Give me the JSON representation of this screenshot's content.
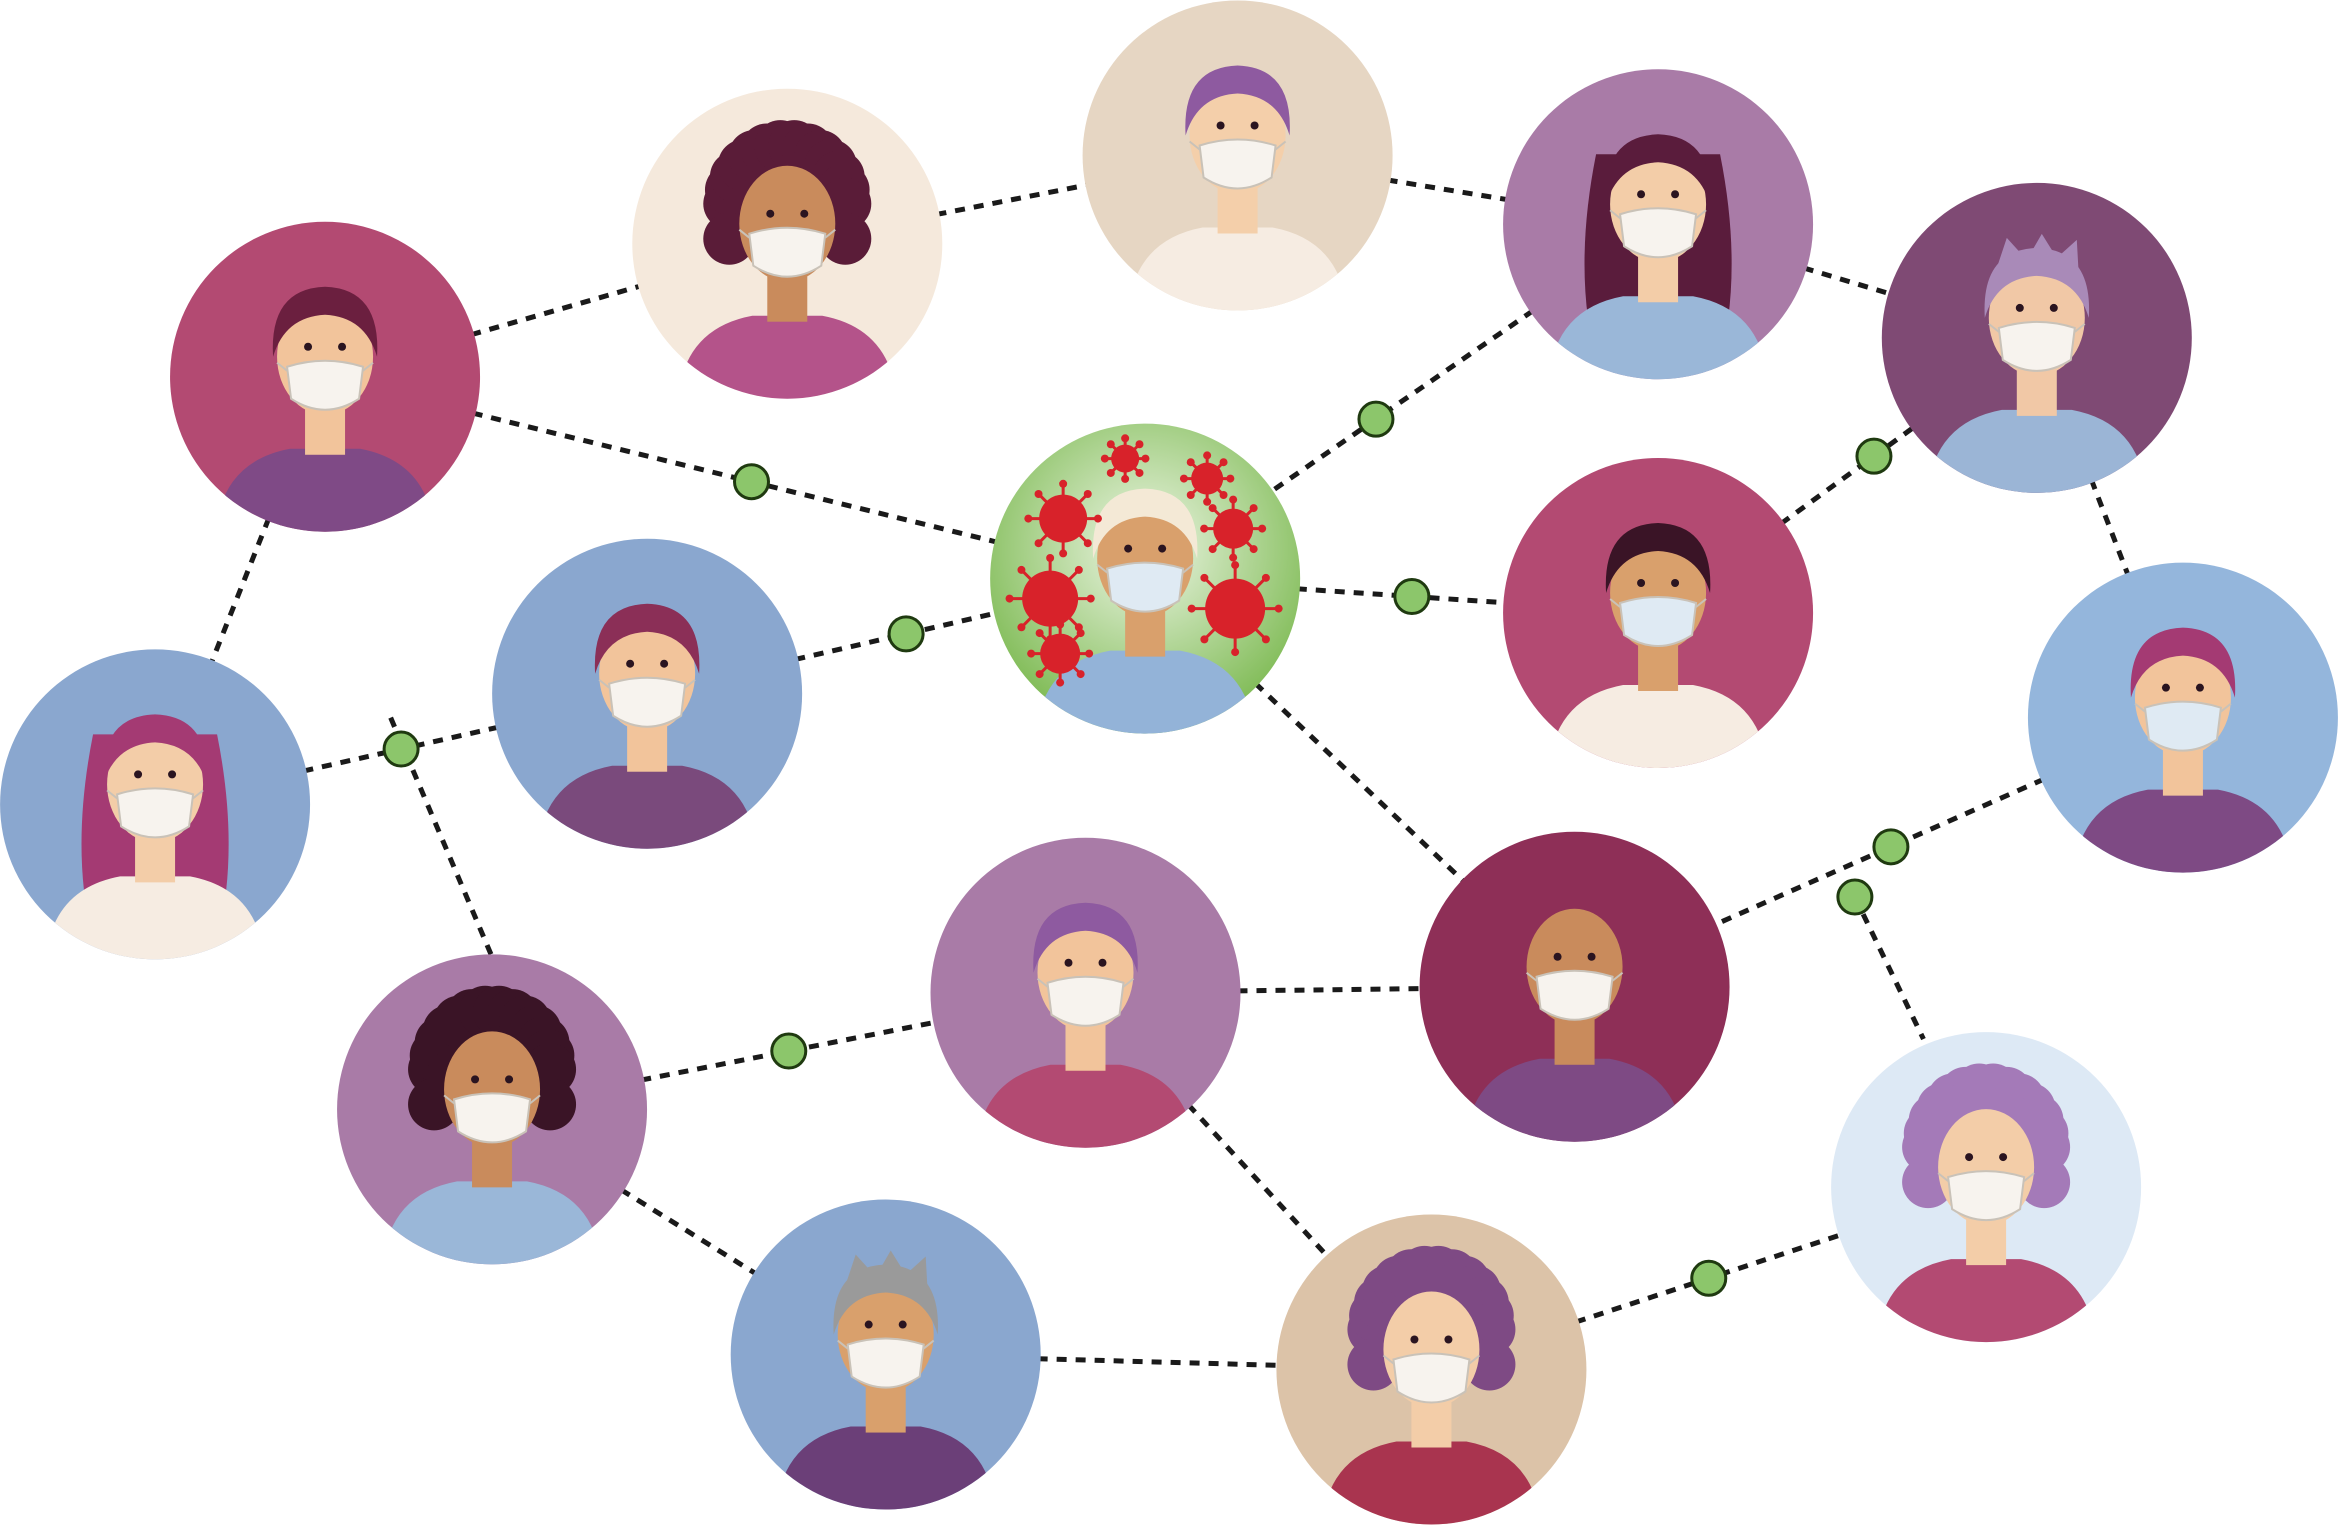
{
  "illustration": {
    "palette": {
      "background": "#ffffff",
      "link": "#1a1a1a",
      "contact_dot": "#8cc66b",
      "contact_dot_outline": "#1f3a10",
      "virus": "#d8222a",
      "infected_gradient_top": "#7fbb55",
      "infected_gradient_bottom": "#eef6e6",
      "mask": "#f7f3ee",
      "surgical_mask": "#dfeaf3"
    },
    "people": [
      {
        "id": "p-red-glasses",
        "bg": "#b34a72",
        "skin": "#f2c49b",
        "hair": "#6b1f3f",
        "shirt": "#7f4a86",
        "hairstyle": "wavy"
      },
      {
        "id": "p-curly-top",
        "bg": "#f5e9dc",
        "skin": "#c98b5c",
        "hair": "#5a1c38",
        "shirt": "#b4538a",
        "hairstyle": "curly"
      },
      {
        "id": "p-lilac-glasses",
        "bg": "#e6d6c3",
        "skin": "#f4cfaa",
        "hair": "#8e5aa0",
        "shirt": "#f6ece2",
        "hairstyle": "bob"
      },
      {
        "id": "p-ponytail",
        "bg": "#a97ba7",
        "skin": "#f3cda8",
        "hair": "#5a1c3c",
        "shirt": "#9ab7d8",
        "hairstyle": "long"
      },
      {
        "id": "p-spiky",
        "bg": "#7f4a74",
        "skin": "#f1c8a6",
        "hair": "#a98ab8",
        "shirt": "#9bb5d6",
        "hairstyle": "spiky"
      },
      {
        "id": "p-hoodie",
        "bg": "#8aa7cf",
        "skin": "#f2c49b",
        "hair": "#8b2f57",
        "shirt": "#7a4a7c",
        "hairstyle": "short"
      },
      {
        "id": "p-infected",
        "bg": "#a9d27f",
        "skin": "#d9a06c",
        "hair": "#f4e9d6",
        "shirt": "#93b3d8",
        "hairstyle": "short"
      },
      {
        "id": "p-dark-hair",
        "bg": "#b34a72",
        "skin": "#d9a06c",
        "hair": "#3a1426",
        "shirt": "#f6ece2",
        "hairstyle": "short"
      },
      {
        "id": "p-wavy-long",
        "bg": "#8aa7cf",
        "skin": "#f3cda8",
        "hair": "#a43a73",
        "shirt": "#f6ece2",
        "hairstyle": "long"
      },
      {
        "id": "p-right-mid",
        "bg": "#94b6dc",
        "skin": "#f2c49b",
        "hair": "#a43a73",
        "shirt": "#7e4a84",
        "hairstyle": "short"
      },
      {
        "id": "p-curly-bottom",
        "bg": "#a97ba7",
        "skin": "#c98b5c",
        "hair": "#3a1426",
        "shirt": "#9ab7d8",
        "hairstyle": "curly"
      },
      {
        "id": "p-beard",
        "bg": "#a97ba7",
        "skin": "#f2c49b",
        "hair": "#8e5aa0",
        "shirt": "#b34a72",
        "hairstyle": "short"
      },
      {
        "id": "p-bald",
        "bg": "#8e2f57",
        "skin": "#c98b5c",
        "hair": "#c98b5c",
        "shirt": "#7e4a84",
        "hairstyle": "bald"
      },
      {
        "id": "p-grey-hair",
        "bg": "#8aa7cf",
        "skin": "#d9a06c",
        "hair": "#9a9a9a",
        "shirt": "#6b3f78",
        "hairstyle": "spiky"
      },
      {
        "id": "p-striped",
        "bg": "#dcc3a8",
        "skin": "#f3cda8",
        "hair": "#7e4a84",
        "shirt": "#a9344f",
        "hairstyle": "curly"
      },
      {
        "id": "p-lilac-curly",
        "bg": "#dde9f5",
        "skin": "#f3cda8",
        "hair": "#a47ab8",
        "shirt": "#b34a72",
        "hairstyle": "curly"
      }
    ]
  }
}
